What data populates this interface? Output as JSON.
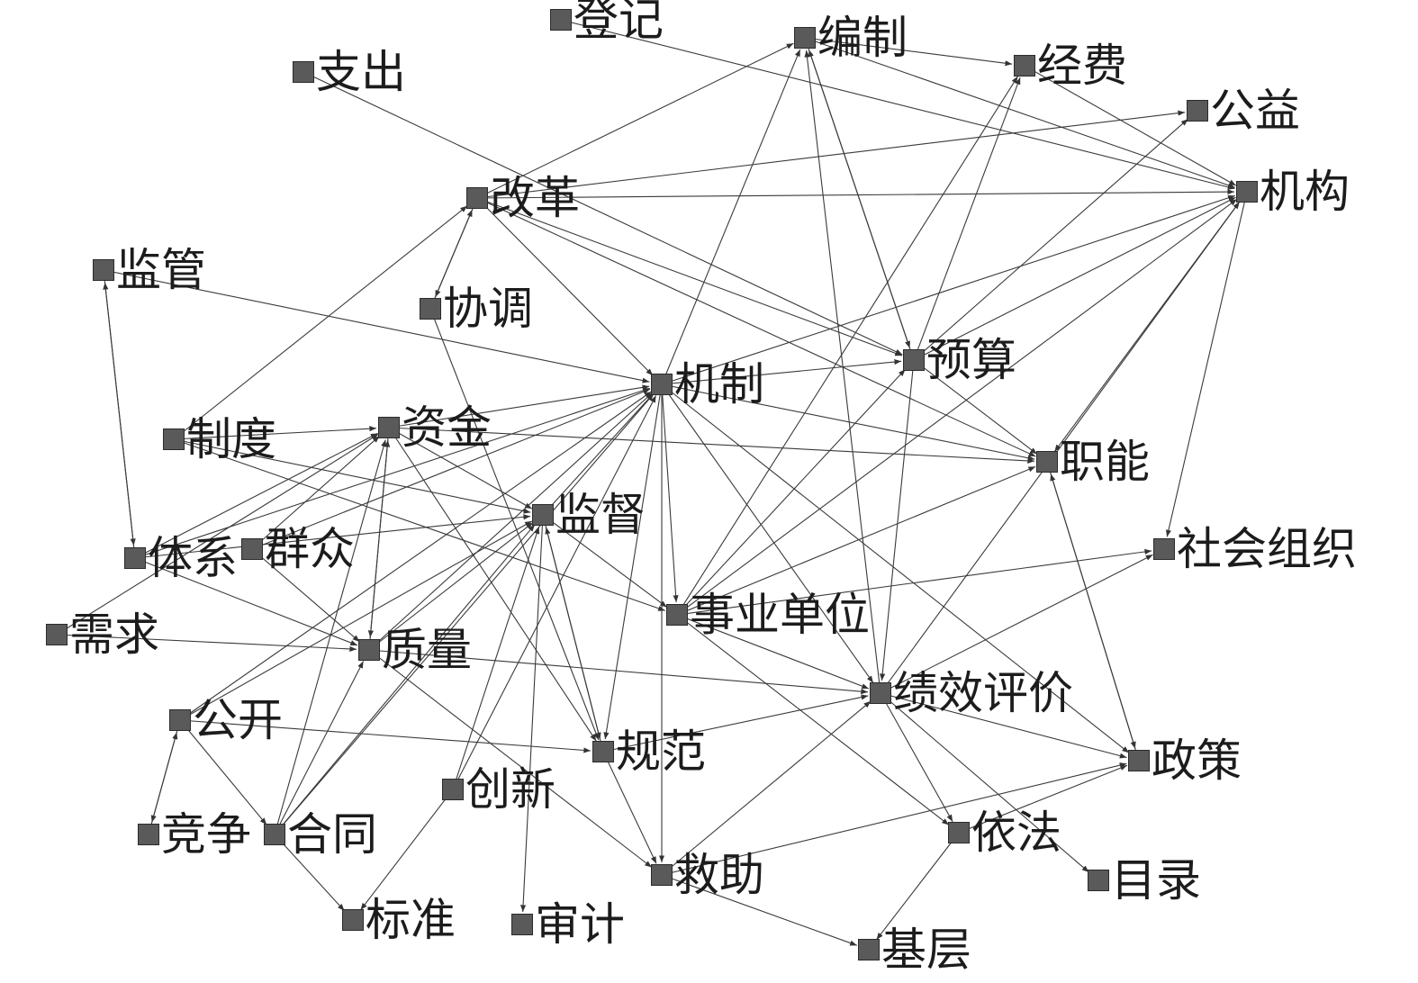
{
  "nodes": [
    {
      "label": "登记"
    },
    {
      "label": "编制"
    },
    {
      "label": "经费"
    },
    {
      "label": "支出"
    },
    {
      "label": "公益"
    },
    {
      "label": "机构"
    },
    {
      "label": "改革"
    },
    {
      "label": "监管"
    },
    {
      "label": "协调"
    },
    {
      "label": "预算"
    },
    {
      "label": "机制"
    },
    {
      "label": "资金"
    },
    {
      "label": "制度"
    },
    {
      "label": "职能"
    },
    {
      "label": "监督"
    },
    {
      "label": "体系"
    },
    {
      "label": "群众"
    },
    {
      "label": "社会组织"
    },
    {
      "label": "事业单位"
    },
    {
      "label": "需求"
    },
    {
      "label": "质量"
    },
    {
      "label": "绩效评价"
    },
    {
      "label": "公开"
    },
    {
      "label": "规范"
    },
    {
      "label": "政策"
    },
    {
      "label": "创新"
    },
    {
      "label": "竞争"
    },
    {
      "label": "合同"
    },
    {
      "label": "依法"
    },
    {
      "label": "救助"
    },
    {
      "label": "目录"
    },
    {
      "label": "标准"
    },
    {
      "label": "审计"
    },
    {
      "label": "基层"
    }
  ],
  "edges": [
    [
      "登记",
      "机构"
    ],
    [
      "支出",
      "预算"
    ],
    [
      "编制",
      "经费"
    ],
    [
      "编制",
      "机构"
    ],
    [
      "经费",
      "机构"
    ],
    [
      "改革",
      "编制"
    ],
    [
      "改革",
      "公益"
    ],
    [
      "改革",
      "机构"
    ],
    [
      "改革",
      "协调"
    ],
    [
      "协调",
      "改革"
    ],
    [
      "改革",
      "机制"
    ],
    [
      "改革",
      "职能"
    ],
    [
      "改革",
      "预算"
    ],
    [
      "监管",
      "体系"
    ],
    [
      "体系",
      "监管"
    ],
    [
      "监管",
      "机制"
    ],
    [
      "协调",
      "规范"
    ],
    [
      "制度",
      "改革"
    ],
    [
      "制度",
      "资金"
    ],
    [
      "制度",
      "监督"
    ],
    [
      "制度",
      "事业单位"
    ],
    [
      "资金",
      "职能"
    ],
    [
      "资金",
      "机制"
    ],
    [
      "资金",
      "质量"
    ],
    [
      "质量",
      "资金"
    ],
    [
      "资金",
      "规范"
    ],
    [
      "资金",
      "监督"
    ],
    [
      "机制",
      "预算"
    ],
    [
      "机制",
      "编制"
    ],
    [
      "机制",
      "职能"
    ],
    [
      "机制",
      "事业单位"
    ],
    [
      "机制",
      "规范"
    ],
    [
      "机制",
      "绩效评价"
    ],
    [
      "机制",
      "政策"
    ],
    [
      "机制",
      "救助"
    ],
    [
      "机制",
      "机构"
    ],
    [
      "预算",
      "编制"
    ],
    [
      "编制",
      "预算"
    ],
    [
      "预算",
      "经费"
    ],
    [
      "预算",
      "绩效评价"
    ],
    [
      "预算",
      "公益"
    ],
    [
      "预算",
      "职能"
    ],
    [
      "预算",
      "机构"
    ],
    [
      "机构",
      "社会组织"
    ],
    [
      "机构",
      "职能"
    ],
    [
      "事业单位",
      "预算"
    ],
    [
      "事业单位",
      "职能"
    ],
    [
      "事业单位",
      "社会组织"
    ],
    [
      "事业单位",
      "依法"
    ],
    [
      "事业单位",
      "绩效评价"
    ],
    [
      "事业单位",
      "经费"
    ],
    [
      "事业单位",
      "机构"
    ],
    [
      "监督",
      "机制"
    ],
    [
      "监督",
      "规范"
    ],
    [
      "规范",
      "监督"
    ],
    [
      "监督",
      "事业单位"
    ],
    [
      "监督",
      "审计"
    ],
    [
      "体系",
      "资金"
    ],
    [
      "体系",
      "机制"
    ],
    [
      "体系",
      "质量"
    ],
    [
      "体系",
      "监督"
    ],
    [
      "群众",
      "资金"
    ],
    [
      "群众",
      "质量"
    ],
    [
      "群众",
      "机制"
    ],
    [
      "需求",
      "质量"
    ],
    [
      "需求",
      "资金"
    ],
    [
      "质量",
      "绩效评价"
    ],
    [
      "质量",
      "机制"
    ],
    [
      "质量",
      "监督"
    ],
    [
      "质量",
      "救助"
    ],
    [
      "公开",
      "规范"
    ],
    [
      "公开",
      "竞争"
    ],
    [
      "竞争",
      "公开"
    ],
    [
      "公开",
      "监督"
    ],
    [
      "公开",
      "机制"
    ],
    [
      "公开",
      "合同"
    ],
    [
      "合同",
      "质量"
    ],
    [
      "合同",
      "资金"
    ],
    [
      "合同",
      "标准"
    ],
    [
      "合同",
      "监督"
    ],
    [
      "合同",
      "机制"
    ],
    [
      "创新",
      "机制"
    ],
    [
      "创新",
      "监督"
    ],
    [
      "创新",
      "标准"
    ],
    [
      "规范",
      "救助"
    ],
    [
      "规范",
      "绩效评价"
    ],
    [
      "绩效评价",
      "政策"
    ],
    [
      "绩效评价",
      "目录"
    ],
    [
      "绩效评价",
      "依法"
    ],
    [
      "绩效评价",
      "社会组织"
    ],
    [
      "绩效评价",
      "编制"
    ],
    [
      "绩效评价",
      "机构"
    ],
    [
      "救助",
      "政策"
    ],
    [
      "救助",
      "基层"
    ],
    [
      "救助",
      "绩效评价"
    ],
    [
      "依法",
      "政策"
    ],
    [
      "依法",
      "基层"
    ],
    [
      "职能",
      "政策"
    ],
    [
      "政策",
      "职能"
    ]
  ]
}
